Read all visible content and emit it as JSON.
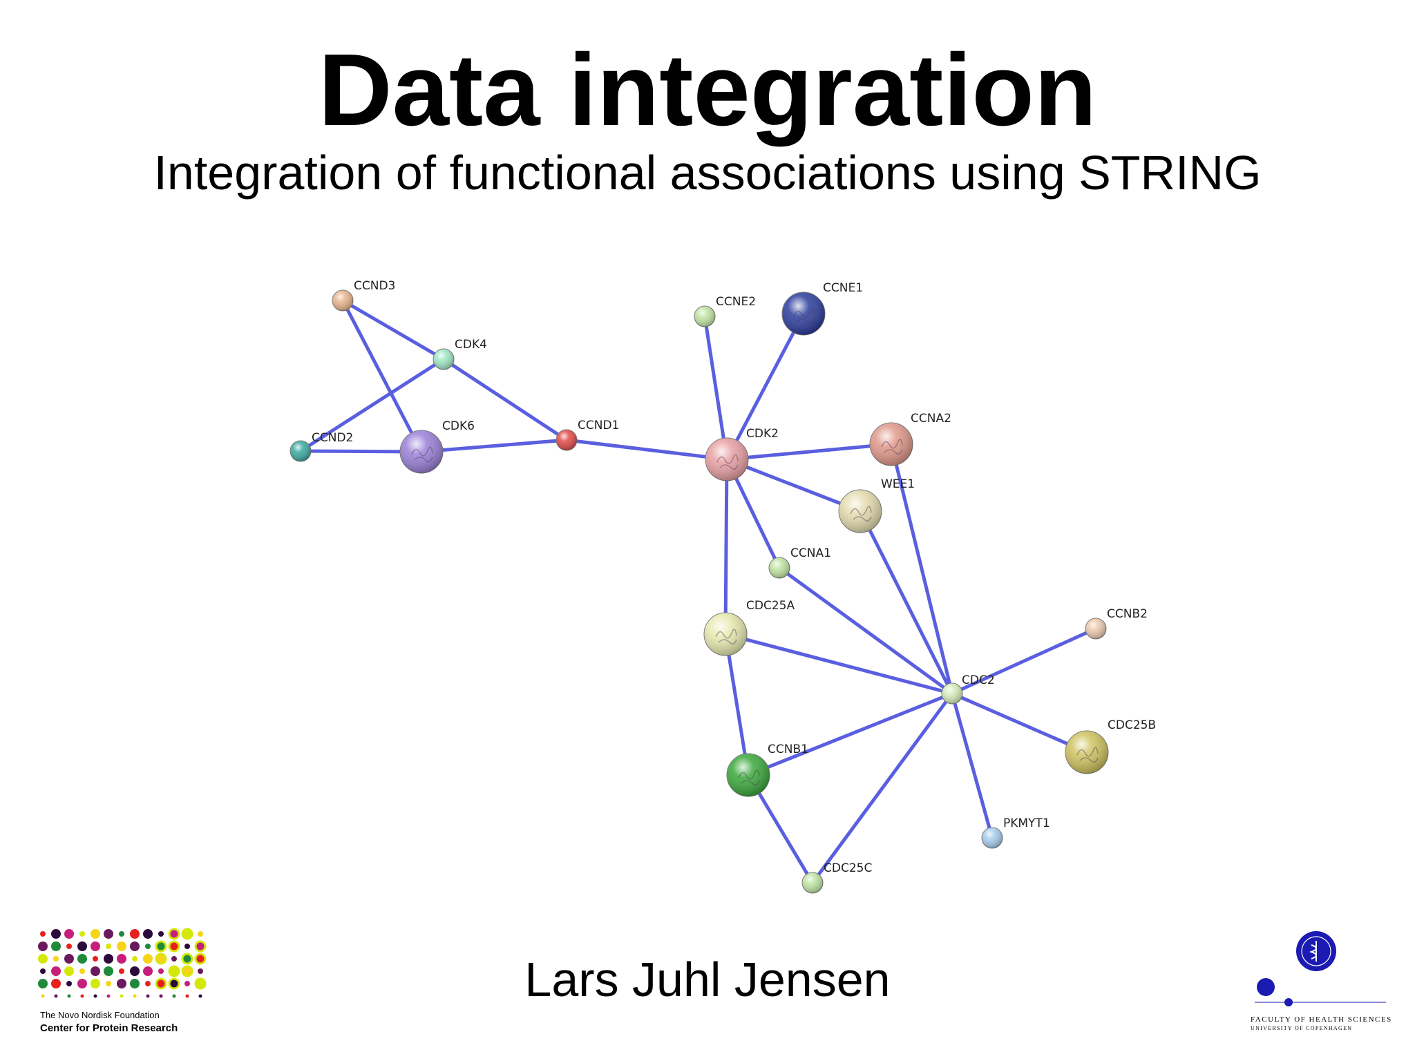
{
  "slide": {
    "title": "Data integration",
    "subtitle": "Integration of functional associations using STRING",
    "author": "Lars Juhl Jensen"
  },
  "logos": {
    "cpr_line1": "The Novo Nordisk Foundation",
    "cpr_line2": "Center for Protein Research",
    "ku_line1": "FACULTY OF HEALTH SCIENCES",
    "ku_line2": "UNIVERSITY OF COPENHAGEN"
  },
  "colors": {
    "edge": "#5a5fe0",
    "ku_blue": "#1b1bb3"
  },
  "network": {
    "nodes": [
      {
        "id": "CCND3",
        "label": "CCND3",
        "color": "#e8b48c",
        "size": "small"
      },
      {
        "id": "CDK4",
        "label": "CDK4",
        "color": "#9fe6c4",
        "size": "small"
      },
      {
        "id": "CCND2",
        "label": "CCND2",
        "color": "#3aa9a0",
        "size": "small"
      },
      {
        "id": "CDK6",
        "label": "CDK6",
        "color": "#9a80d8",
        "size": "large"
      },
      {
        "id": "CCND1",
        "label": "CCND1",
        "color": "#e04a48",
        "size": "small"
      },
      {
        "id": "CCNE2",
        "label": "CCNE2",
        "color": "#bfe4a2",
        "size": "small"
      },
      {
        "id": "CCNE1",
        "label": "CCNE1",
        "color": "#2b3c9c",
        "size": "large"
      },
      {
        "id": "CDK2",
        "label": "CDK2",
        "color": "#e8a0a4",
        "size": "large"
      },
      {
        "id": "CCNA2",
        "label": "CCNA2",
        "color": "#e0988a",
        "size": "large"
      },
      {
        "id": "WEE1",
        "label": "WEE1",
        "color": "#e4dcae",
        "size": "large"
      },
      {
        "id": "CCNA1",
        "label": "CCNA1",
        "color": "#bfe4a2",
        "size": "small"
      },
      {
        "id": "CDC25A",
        "label": "CDC25A",
        "color": "#e8eab0",
        "size": "large"
      },
      {
        "id": "CCNB2",
        "label": "CCNB2",
        "color": "#ecc9ac",
        "size": "small"
      },
      {
        "id": "CDC2",
        "label": "CDC2",
        "color": "#d4eab8",
        "size": "small"
      },
      {
        "id": "CDC25B",
        "label": "CDC25B",
        "color": "#cfc25e",
        "size": "large"
      },
      {
        "id": "CCNB1",
        "label": "CCNB1",
        "color": "#3aa83a",
        "size": "large"
      },
      {
        "id": "PKMYT1",
        "label": "PKMYT1",
        "color": "#a6ccee",
        "size": "small"
      },
      {
        "id": "CDC25C",
        "label": "CDC25C",
        "color": "#bfe4a2",
        "size": "small"
      }
    ],
    "edges": [
      [
        "CCND3",
        "CDK4"
      ],
      [
        "CCND3",
        "CDK6"
      ],
      [
        "CDK4",
        "CCND2"
      ],
      [
        "CDK4",
        "CCND1"
      ],
      [
        "CCND2",
        "CDK6"
      ],
      [
        "CDK6",
        "CCND1"
      ],
      [
        "CCND1",
        "CDK2"
      ],
      [
        "CCNE2",
        "CDK2"
      ],
      [
        "CCNE1",
        "CDK2"
      ],
      [
        "CDK2",
        "CCNA2"
      ],
      [
        "CDK2",
        "WEE1"
      ],
      [
        "CDK2",
        "CCNA1"
      ],
      [
        "CDK2",
        "CDC25A"
      ],
      [
        "CCNA2",
        "CDC2"
      ],
      [
        "WEE1",
        "CDC2"
      ],
      [
        "CCNA1",
        "CDC2"
      ],
      [
        "CDC25A",
        "CDC2"
      ],
      [
        "CDC25A",
        "CCNB1"
      ],
      [
        "CCNB2",
        "CDC2"
      ],
      [
        "CDC2",
        "CDC25B"
      ],
      [
        "CDC2",
        "CCNB1"
      ],
      [
        "CDC2",
        "PKMYT1"
      ],
      [
        "CDC2",
        "CDC25C"
      ],
      [
        "CCNB1",
        "CDC25C"
      ]
    ]
  }
}
